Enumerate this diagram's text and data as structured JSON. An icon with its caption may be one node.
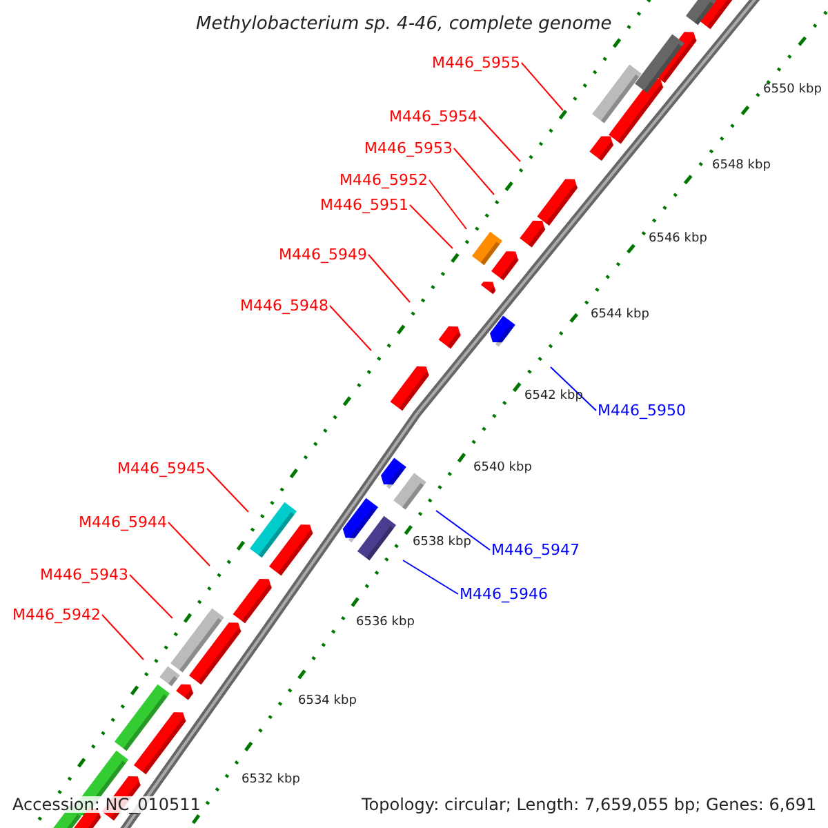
{
  "diagram": {
    "title": "Methylobacterium sp. 4-46, complete genome",
    "nodes": [
      {
        "text": [
          "M446_5955"
        ]
      },
      {
        "text": [
          "M446_5954"
        ]
      },
      {
        "text": [
          "M446_5953"
        ]
      },
      {
        "text": [
          "M446_5952"
        ]
      },
      {
        "text": [
          "M446_5951"
        ]
      },
      {
        "text": [
          "M446_5949"
        ]
      },
      {
        "text": [
          "M446_5948"
        ]
      },
      {
        "text": [
          "M446_5950"
        ]
      },
      {
        "text": [
          "M446_5945"
        ]
      },
      {
        "text": [
          "M446_5947"
        ]
      },
      {
        "text": [
          "M446_5944"
        ]
      },
      {
        "text": [
          "M446_5946"
        ]
      },
      {
        "text": [
          "M446_5943"
        ]
      },
      {
        "text": [
          "M446_5942"
        ]
      }
    ],
    "edges": [
      {
        "from": 0,
        "to": null,
        "arrow": "none"
      },
      {
        "from": 1,
        "to": null,
        "arrow": "none"
      },
      {
        "from": 2,
        "to": null,
        "arrow": "none"
      },
      {
        "from": 3,
        "to": null,
        "arrow": "none"
      },
      {
        "from": 4,
        "to": null,
        "arrow": "none"
      },
      {
        "from": 5,
        "to": null,
        "arrow": "none"
      },
      {
        "from": 6,
        "to": null,
        "arrow": "none"
      },
      {
        "from": 7,
        "to": null,
        "arrow": "none",
        "color": "#0000ff"
      },
      {
        "from": 8,
        "to": null,
        "arrow": "none"
      },
      {
        "from": 9,
        "to": null,
        "arrow": "none",
        "color": "#0000ff"
      },
      {
        "from": 10,
        "to": null,
        "arrow": "none"
      },
      {
        "from": 11,
        "to": null,
        "arrow": "none",
        "color": "#0000ff"
      },
      {
        "from": 12,
        "to": null,
        "arrow": "none"
      },
      {
        "from": 13,
        "to": null,
        "arrow": "none"
      }
    ],
    "labels": [
      "6550 kbp",
      "6548 kbp",
      "6546 kbp",
      "6544 kbp",
      "6542 kbp",
      "6540 kbp",
      "6538 kbp",
      "6536 kbp",
      "6534 kbp",
      "6532 kbp",
      "Accession: NC_010511",
      "Topology: circular; Length: 7,659,055 bp; Genes: 6,691"
    ]
  }
}
